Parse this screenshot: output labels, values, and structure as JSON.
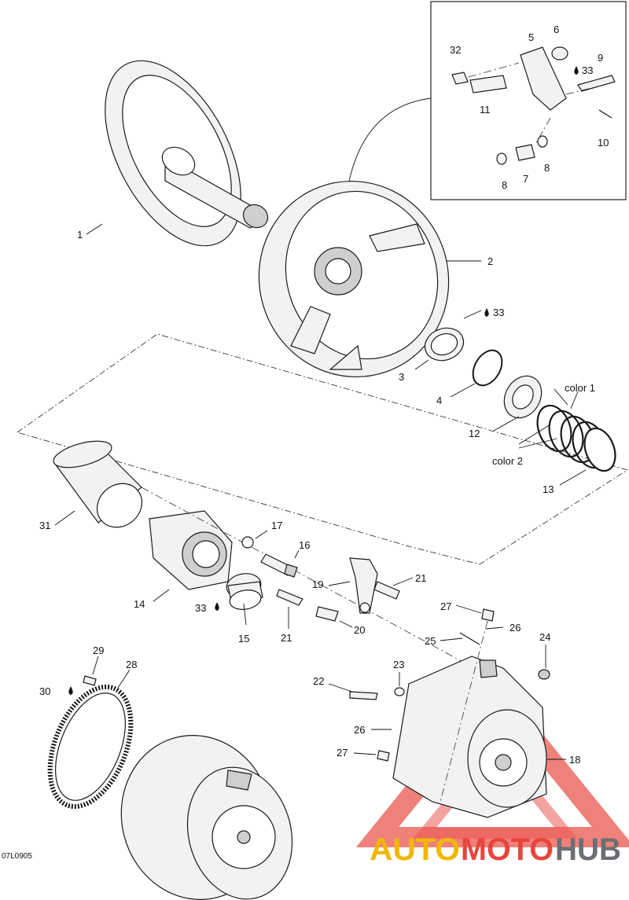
{
  "callouts": {
    "c1": "1",
    "c2": "2",
    "c3": "3",
    "c4": "4",
    "c5": "5",
    "c6": "6",
    "c7": "7",
    "c8a": "8",
    "c8b": "8",
    "c9": "9",
    "c10": "10",
    "c11": "11",
    "c12": "12",
    "c13": "13",
    "c14": "14",
    "c15": "15",
    "c16": "16",
    "c17": "17",
    "c18": "18",
    "c19": "19",
    "c20": "20",
    "c21a": "21",
    "c21b": "21",
    "c22": "22",
    "c23": "23",
    "c24": "24",
    "c25": "25",
    "c26a": "26",
    "c26b": "26",
    "c27a": "27",
    "c27b": "27",
    "c28": "28",
    "c29": "29",
    "c30": "30",
    "c31": "31",
    "c32": "32",
    "c33a": "33",
    "c33b": "33",
    "c33c": "33"
  },
  "spring_labels": {
    "color1": "color 1",
    "color2": "color 2"
  },
  "doc_id": "07L0905",
  "watermark": {
    "auto": "AUTO",
    "moto": "MOTO",
    "hub": "HUB",
    "colors": {
      "auto": "#f2b705",
      "moto": "#e8453c",
      "hub": "#6b6f73"
    }
  },
  "icons": {
    "lubricant": "oil-drop-icon"
  }
}
